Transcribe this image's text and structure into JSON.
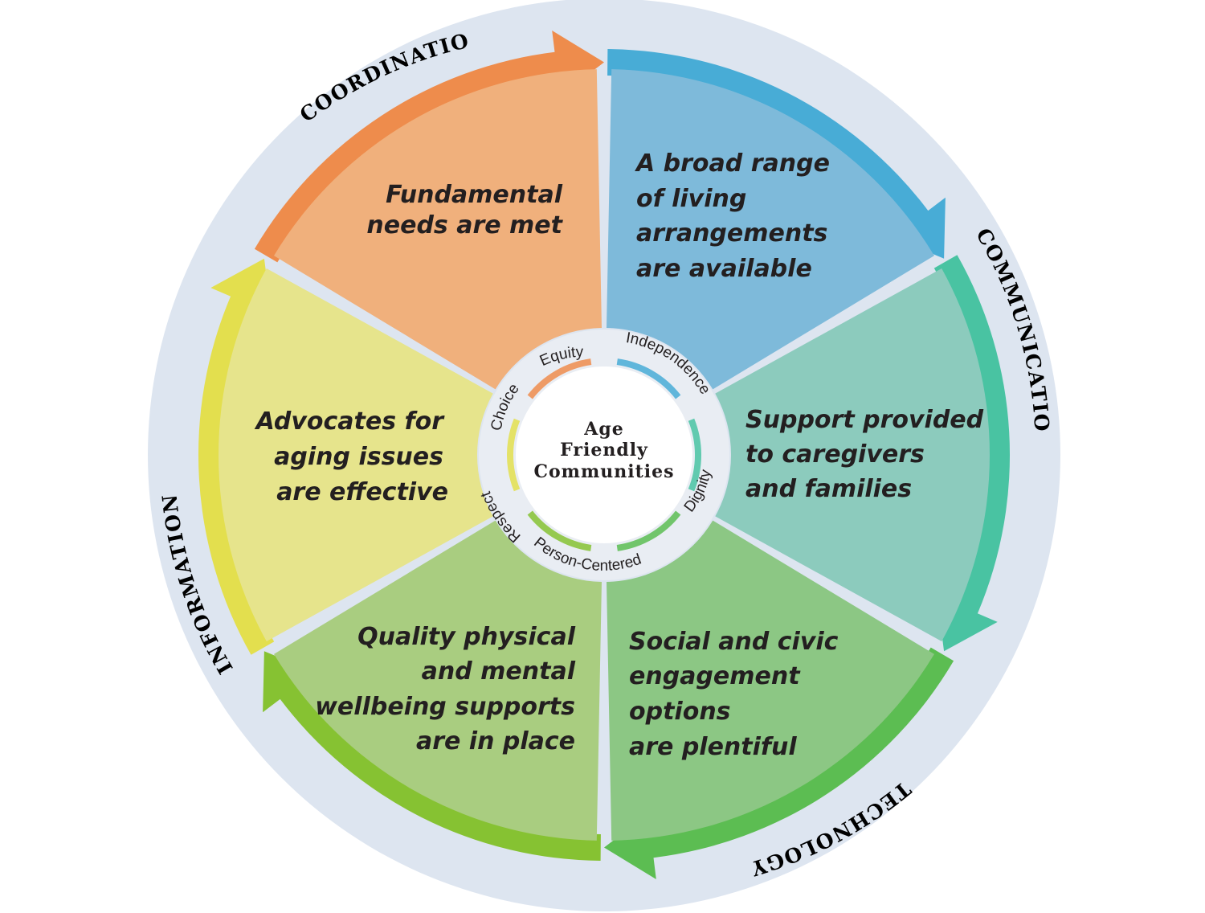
{
  "center": {
    "line1": "Age",
    "line2": "Friendly",
    "line3": "Communities"
  },
  "segments": [
    {
      "color": "#f0b07c",
      "arrow_color": "#ee8c4c",
      "lines": [
        "Fundamental",
        "needs are met"
      ]
    },
    {
      "color": "#7ebada",
      "arrow_color": "#48acd6",
      "lines": [
        "A broad range",
        "of living",
        "arrangements",
        "are available"
      ]
    },
    {
      "color": "#8ccbbd",
      "arrow_color": "#49c3a2",
      "lines": [
        "Support provided",
        "to caregivers",
        "and families"
      ]
    },
    {
      "color": "#8cc784",
      "arrow_color": "#5cbd52",
      "lines": [
        "Social and civic",
        "engagement",
        "options",
        "are plentiful"
      ]
    },
    {
      "color": "#a9cd80",
      "arrow_color": "#86c232",
      "lines": [
        "Quality physical",
        "and mental",
        "wellbeing supports",
        "are in place"
      ]
    },
    {
      "color": "#e6e48c",
      "arrow_color": "#e3df4e",
      "lines": [
        "Advocates for",
        "aging issues",
        "are effective"
      ]
    }
  ],
  "outer_ring": {
    "color": "#dde5f0",
    "labels": [
      "COORDINATION",
      "COMMUNICATION",
      "TECHNOLOGY",
      "INFORMATION"
    ]
  },
  "values": [
    "Equity",
    "Independence",
    "Dignity",
    "Person-Centered",
    "Respect",
    "Choice"
  ]
}
